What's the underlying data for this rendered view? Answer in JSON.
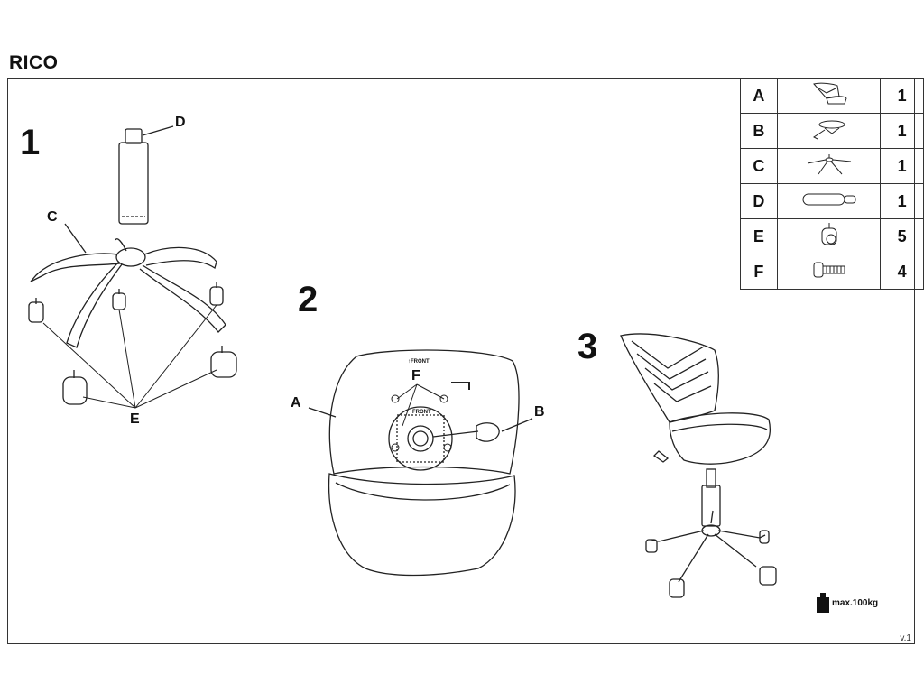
{
  "title": "RICO",
  "steps": [
    "1",
    "2",
    "3"
  ],
  "labels": {
    "step1": {
      "d": "D",
      "c": "C",
      "e": "E"
    },
    "step2": {
      "a": "A",
      "b": "B",
      "f": "F",
      "front_top": "FRONT",
      "front_plate": "FRONT"
    }
  },
  "parts_table": [
    {
      "letter": "A",
      "icon": "seat-icon",
      "qty": "1"
    },
    {
      "letter": "B",
      "icon": "mechanism-icon",
      "qty": "1"
    },
    {
      "letter": "C",
      "icon": "star-base-icon",
      "qty": "1"
    },
    {
      "letter": "D",
      "icon": "gas-lift-icon",
      "qty": "1"
    },
    {
      "letter": "E",
      "icon": "caster-icon",
      "qty": "5"
    },
    {
      "letter": "F",
      "icon": "bolt-icon",
      "qty": "4"
    }
  ],
  "max_load": "max.100kg",
  "version": "v.1"
}
